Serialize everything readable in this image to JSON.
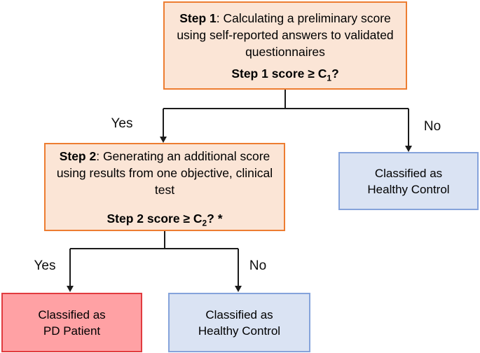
{
  "diagram": {
    "step1": {
      "title_bold": "Step 1",
      "title_rest": ": Calculating a preliminary score using self-reported answers to validated questionnaires",
      "question_prefix": "Step 1 score ≥ C",
      "question_sub": "1",
      "question_suffix": "?"
    },
    "step2": {
      "title_bold": "Step 2",
      "title_rest": ": Generating an additional score using results from one objective, clinical test",
      "question_prefix": "Step 2 score ≥ C",
      "question_sub": "2",
      "question_suffix": "? *"
    },
    "outcomes": {
      "healthy_right": {
        "line1": "Classified as",
        "line2": "Healthy Control"
      },
      "pd_patient": {
        "line1": "Classified as",
        "line2": "PD Patient"
      },
      "healthy_bottom": {
        "line1": "Classified as",
        "line2": "Healthy Control"
      }
    },
    "branch_labels": {
      "yes1": "Yes",
      "no1": "No",
      "yes2": "Yes",
      "no2": "No"
    },
    "colors": {
      "decision_fill": "#fbe5d6",
      "decision_border": "#ed7d31",
      "healthy_fill": "#dae3f3",
      "healthy_border": "#85a3db",
      "pd_fill": "#ffa1a4",
      "pd_border": "#e13b3f",
      "connector": "#1b1b1b",
      "text": "#000000"
    }
  }
}
